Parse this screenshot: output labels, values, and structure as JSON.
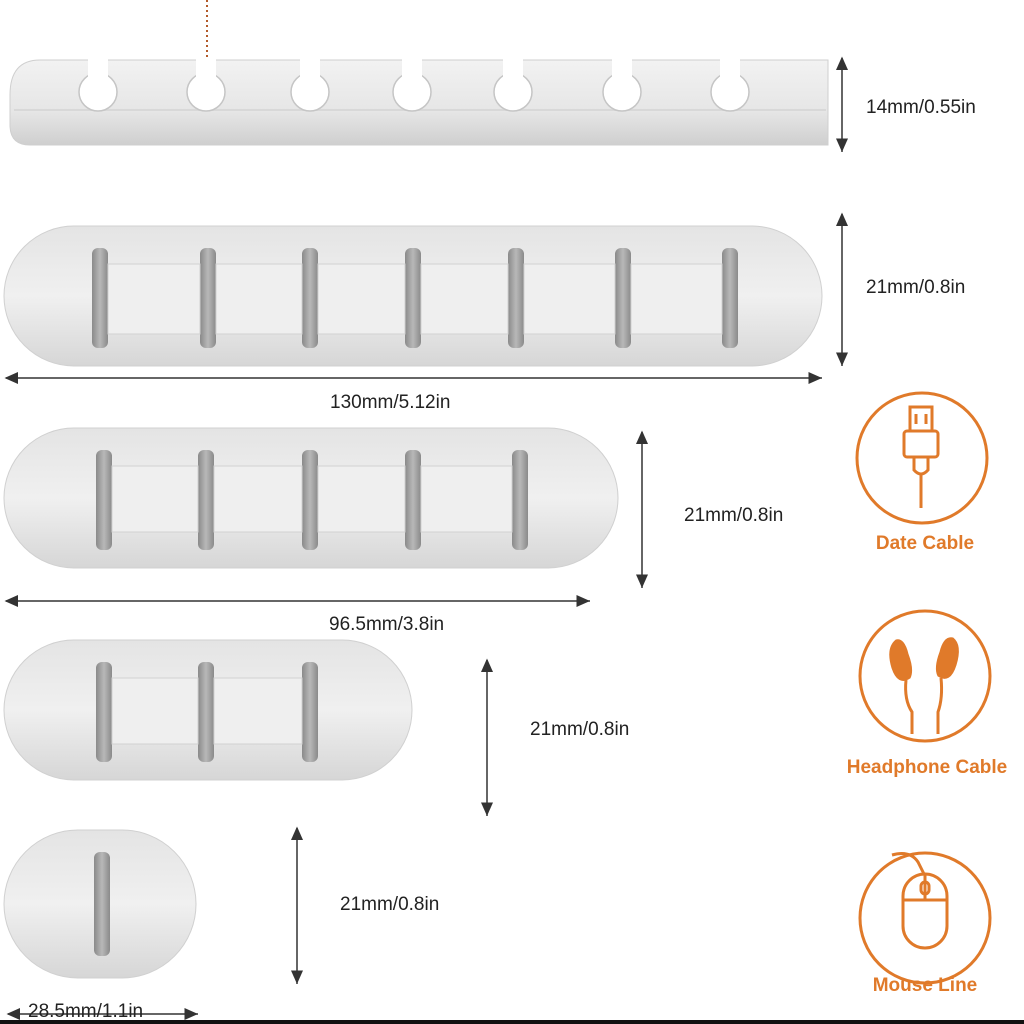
{
  "dimensions": {
    "top_height": "14mm/0.55in",
    "row2_height": "21mm/0.8in",
    "row2_width": "130mm/5.12in",
    "row3_height": "21mm/0.8in",
    "row3_width": "96.5mm/3.8in",
    "row4_height": "21mm/0.8in",
    "row5_height": "21mm/0.8in",
    "row5_width": "28.5mm/1.1in"
  },
  "cable_types": [
    {
      "label": "Date Cable",
      "icon": "usb-cable-icon"
    },
    {
      "label": "Headphone Cable",
      "icon": "earphones-icon"
    },
    {
      "label": "Mouse Line",
      "icon": "mouse-icon"
    }
  ],
  "colors": {
    "accent": "#e07a2a",
    "holder_fill": "#e9e9e9",
    "holder_shadow": "#bdbdbd"
  }
}
